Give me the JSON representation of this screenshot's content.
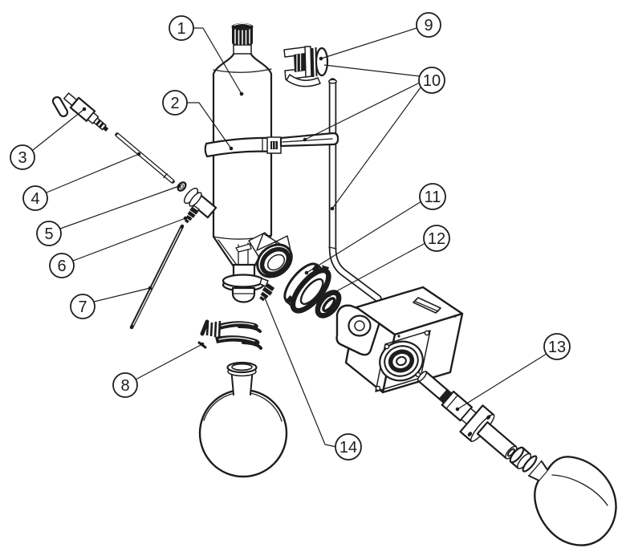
{
  "diagram": {
    "background_color": "#ffffff",
    "ink_color": "#1d1d1d",
    "callouts": [
      {
        "label": "1"
      },
      {
        "label": "2"
      },
      {
        "label": "3"
      },
      {
        "label": "4"
      },
      {
        "label": "5"
      },
      {
        "label": "6"
      },
      {
        "label": "7"
      },
      {
        "label": "8"
      },
      {
        "label": "9"
      },
      {
        "label": "10"
      },
      {
        "label": "11"
      },
      {
        "label": "12"
      },
      {
        "label": "13"
      },
      {
        "label": "14"
      }
    ]
  }
}
